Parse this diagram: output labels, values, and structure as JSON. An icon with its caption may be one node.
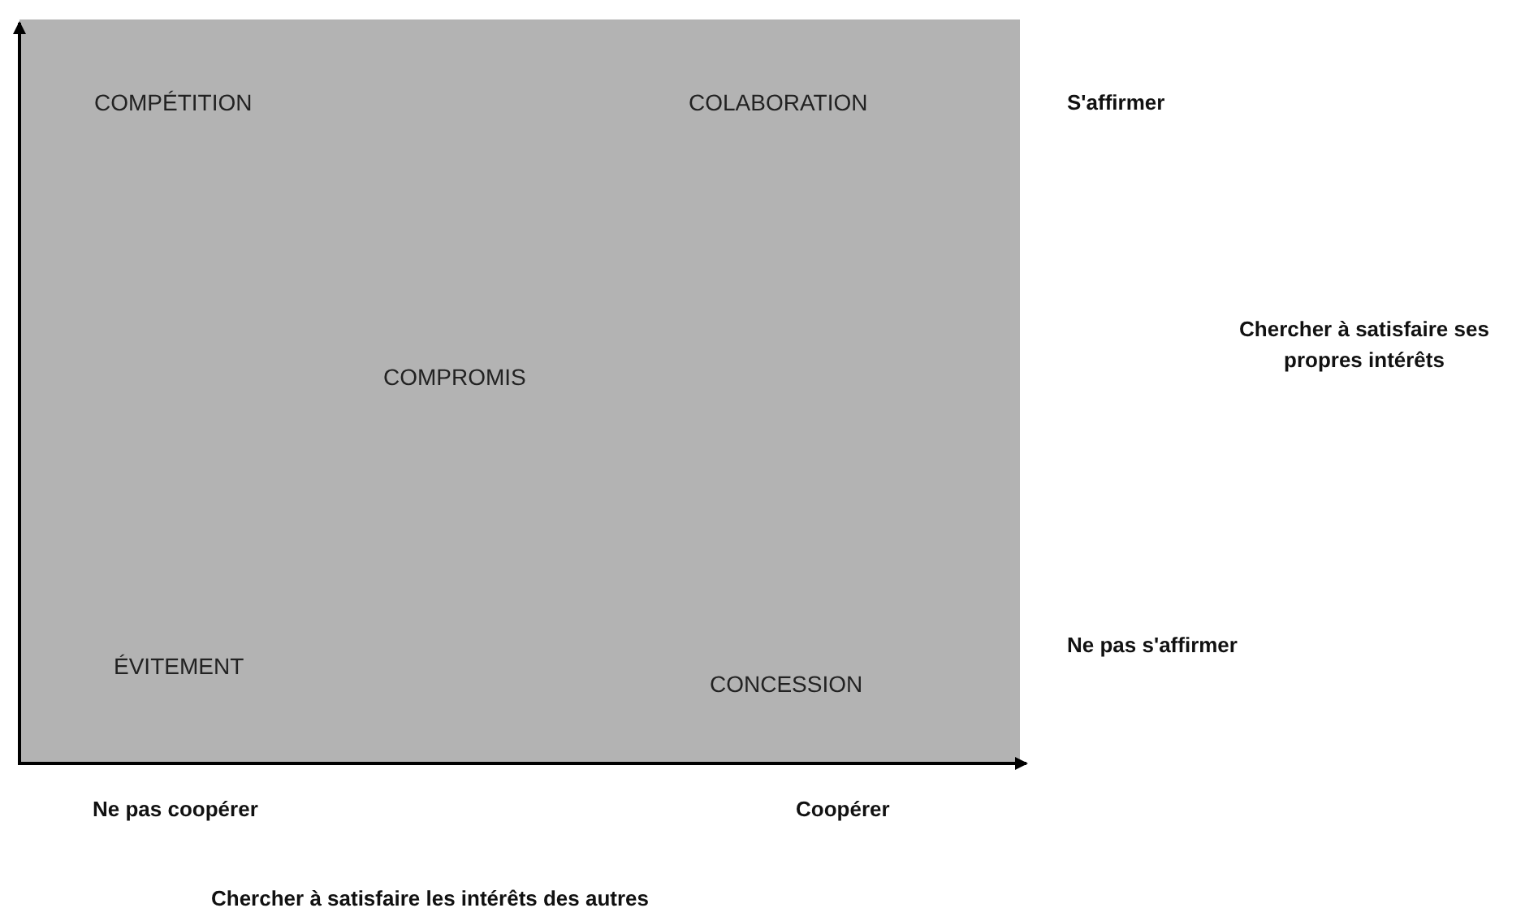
{
  "diagram": {
    "labels": [
      "COMPÉTITION",
      "COLABORATION",
      "S'affirmer",
      "Chercher à satisfaire ses propres intérêts",
      "COMPROMIS",
      "Ne pas s'affirmer",
      "ÉVITEMENT",
      "CONCESSION",
      "Ne pas coopérer",
      "Coopérer",
      "Chercher à satisfaire les intérêts des autres"
    ]
  }
}
